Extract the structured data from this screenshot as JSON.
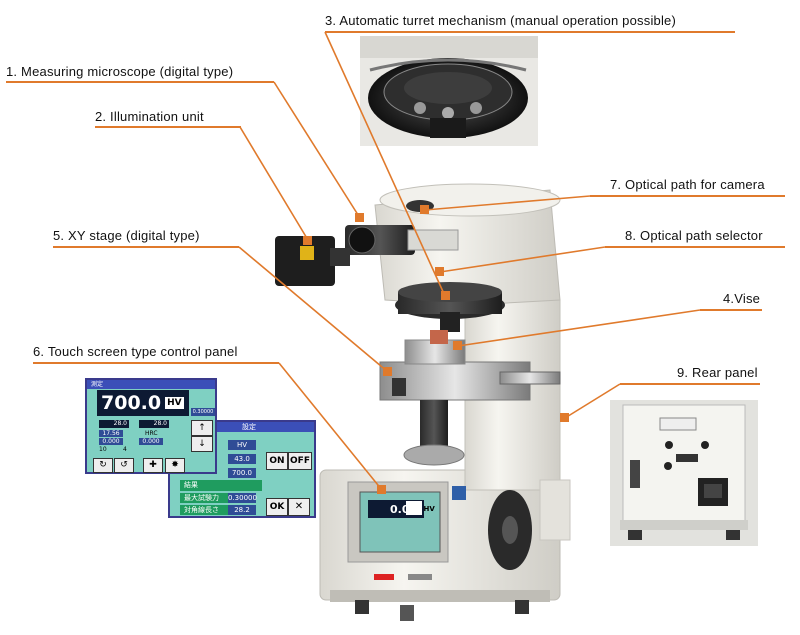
{
  "callouts": {
    "c1": "1. Measuring microscope (digital type)",
    "c2": "2. Illumination unit",
    "c3": "3. Automatic turret mechanism (manual operation possible)",
    "c4": "4.Vise",
    "c5": "5. XY stage (digital type)",
    "c6": "6. Touch screen type control panel",
    "c7": "7. Optical path for camera",
    "c8": "8. Optical path selector",
    "c9": "9. Rear panel"
  },
  "screen1": {
    "title": "測定",
    "big_value": "700.0",
    "unit": "HV",
    "d1": "28.0",
    "d2": "28.0",
    "conv_value": "17.56",
    "conv_unit": "HRC",
    "x_value": "0.000",
    "y_value": "0.000",
    "t_value": "10",
    "t2_value": "4",
    "side_value": "0.30000"
  },
  "screen2": {
    "title": "設定",
    "unit": "HV",
    "v1": "43.0",
    "v2": "700.0",
    "on_label": "ON",
    "off_label": "OFF",
    "result_label": "結果",
    "maxload_label": "最大試験力",
    "maxload_value": "0.30000",
    "diag_label": "対角線長さ",
    "diag_value": "28.2",
    "ok_label": "OK",
    "x_label": "✕"
  },
  "machine_screen": {
    "value": "0.0",
    "unit": "HV"
  },
  "colors": {
    "accent_line": "#e07a2c",
    "machine_body": "#f0efe9",
    "screen_bg": "#7fc3b9"
  }
}
